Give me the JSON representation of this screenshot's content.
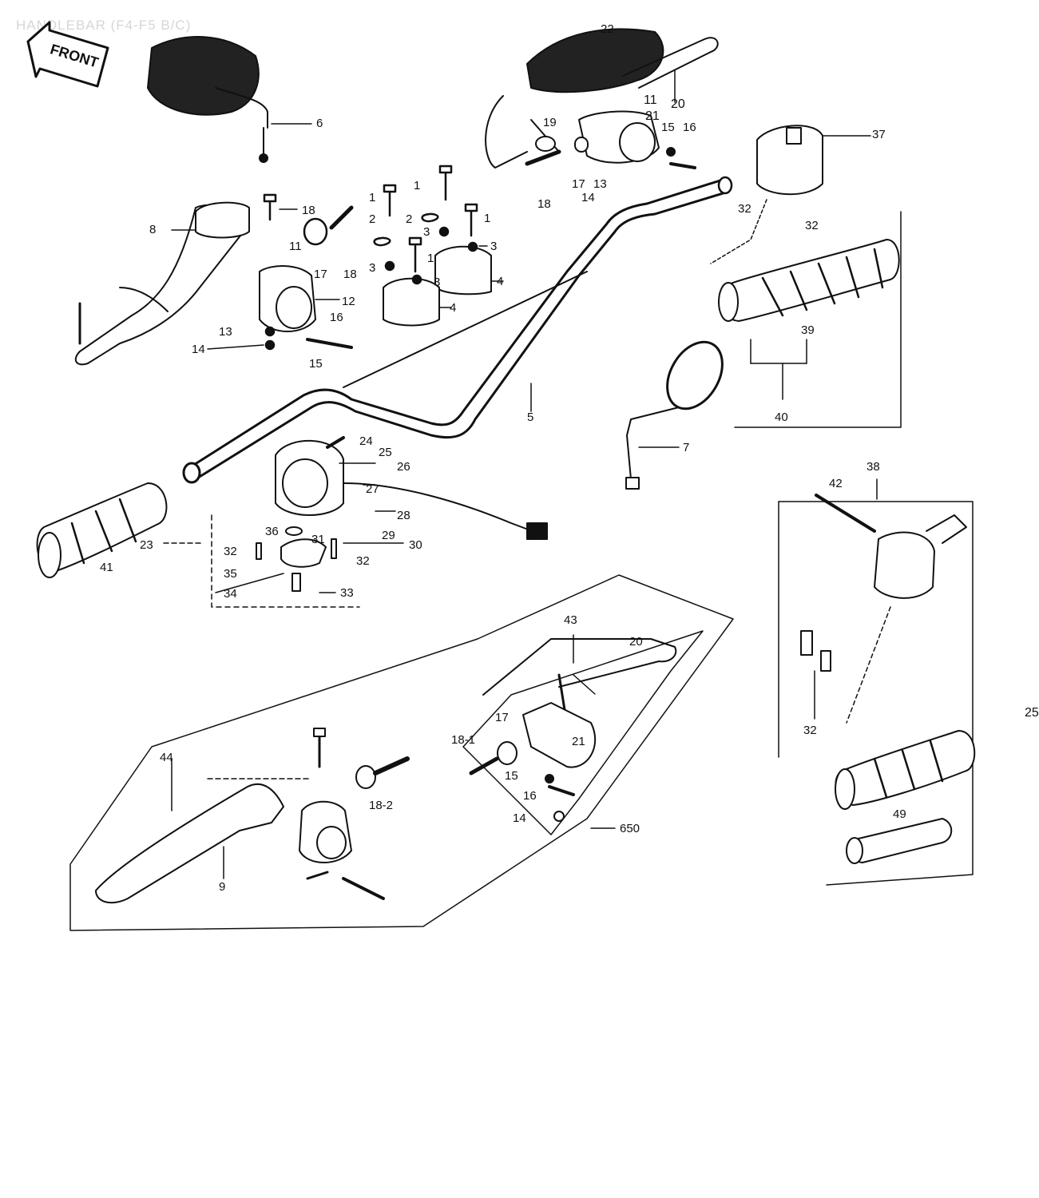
{
  "diagram": {
    "title": "HANDLEBAR (F4-F5 B/C)",
    "front_label": "FRONT",
    "page_mark": "25",
    "callouts": [
      {
        "id": "c1a",
        "text": "1"
      },
      {
        "id": "c1b",
        "text": "1"
      },
      {
        "id": "c1c",
        "text": "1"
      },
      {
        "id": "c1d",
        "text": "1"
      },
      {
        "id": "c2a",
        "text": "2"
      },
      {
        "id": "c2b",
        "text": "2"
      },
      {
        "id": "c3a",
        "text": "3"
      },
      {
        "id": "c3b",
        "text": "3"
      },
      {
        "id": "c3c",
        "text": "3"
      },
      {
        "id": "c3d",
        "text": "3"
      },
      {
        "id": "c4a",
        "text": "4"
      },
      {
        "id": "c4b",
        "text": "4"
      },
      {
        "id": "c5",
        "text": "5"
      },
      {
        "id": "c6",
        "text": "6"
      },
      {
        "id": "c7",
        "text": "7"
      },
      {
        "id": "c8",
        "text": "8"
      },
      {
        "id": "c9",
        "text": "9"
      },
      {
        "id": "c11a",
        "text": "11"
      },
      {
        "id": "c11b",
        "text": "11"
      },
      {
        "id": "c12",
        "text": "12"
      },
      {
        "id": "c13a",
        "text": "13"
      },
      {
        "id": "c13b",
        "text": "13"
      },
      {
        "id": "c14a",
        "text": "14"
      },
      {
        "id": "c14b",
        "text": "14"
      },
      {
        "id": "c14c",
        "text": "14"
      },
      {
        "id": "c15a",
        "text": "15"
      },
      {
        "id": "c15b",
        "text": "15"
      },
      {
        "id": "c15c",
        "text": "15"
      },
      {
        "id": "c16a",
        "text": "16"
      },
      {
        "id": "c16b",
        "text": "16"
      },
      {
        "id": "c16c",
        "text": "16"
      },
      {
        "id": "c17a",
        "text": "17"
      },
      {
        "id": "c17b",
        "text": "17"
      },
      {
        "id": "c17c",
        "text": "17"
      },
      {
        "id": "c18a",
        "text": "18"
      },
      {
        "id": "c18b",
        "text": "18"
      },
      {
        "id": "c18c",
        "text": "18"
      },
      {
        "id": "c18-1",
        "text": "18-1"
      },
      {
        "id": "c18-2",
        "text": "18-2"
      },
      {
        "id": "c19",
        "text": "19"
      },
      {
        "id": "c20a",
        "text": "20"
      },
      {
        "id": "c20b",
        "text": "20"
      },
      {
        "id": "c21a",
        "text": "21"
      },
      {
        "id": "c21b",
        "text": "21"
      },
      {
        "id": "c22",
        "text": "22"
      },
      {
        "id": "c23",
        "text": "23"
      },
      {
        "id": "c24",
        "text": "24"
      },
      {
        "id": "c25",
        "text": "25"
      },
      {
        "id": "c26",
        "text": "26"
      },
      {
        "id": "c27",
        "text": "27"
      },
      {
        "id": "c28",
        "text": "28"
      },
      {
        "id": "c29",
        "text": "29"
      },
      {
        "id": "c30",
        "text": "30"
      },
      {
        "id": "c31",
        "text": "31"
      },
      {
        "id": "c32a",
        "text": "32"
      },
      {
        "id": "c32b",
        "text": "32"
      },
      {
        "id": "c32c",
        "text": "32"
      },
      {
        "id": "c32d",
        "text": "32"
      },
      {
        "id": "c32e",
        "text": "32"
      },
      {
        "id": "c33",
        "text": "33"
      },
      {
        "id": "c34",
        "text": "34"
      },
      {
        "id": "c35",
        "text": "35"
      },
      {
        "id": "c36",
        "text": "36"
      },
      {
        "id": "c37",
        "text": "37"
      },
      {
        "id": "c38",
        "text": "38"
      },
      {
        "id": "c39",
        "text": "39"
      },
      {
        "id": "c40",
        "text": "40"
      },
      {
        "id": "c41",
        "text": "41"
      },
      {
        "id": "c42",
        "text": "42"
      },
      {
        "id": "c43",
        "text": "43"
      },
      {
        "id": "c44",
        "text": "44"
      },
      {
        "id": "c49",
        "text": "49"
      },
      {
        "id": "c650",
        "text": "650"
      }
    ]
  }
}
